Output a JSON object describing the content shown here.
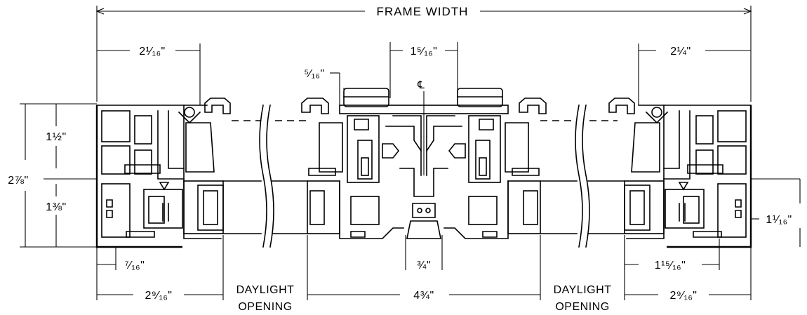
{
  "dimensions": {
    "frame_width": "FRAME WIDTH",
    "top_left": "2¹⁄₁₆\"",
    "top_center": "1⁵⁄₁₆\"",
    "top_right": "2¼\"",
    "small_top": "⁵⁄₁₆\"",
    "left_total": "2⅞\"",
    "left_upper": "1½\"",
    "left_lower": "1⅜\"",
    "right_small": "1¹⁄₁₆\"",
    "bottom_left_small": "⁷⁄₁₆\"",
    "bottom_center_small": "¾\"",
    "bottom_right_small": "1¹⁵⁄₁₆\"",
    "bottom_left": "2⁹⁄₁₆\"",
    "bottom_center": "4¾\"",
    "bottom_right": "2⁹⁄₁₆\""
  },
  "labels": {
    "centerline": "℄",
    "daylight": "DAYLIGHT",
    "opening": "OPENING"
  }
}
